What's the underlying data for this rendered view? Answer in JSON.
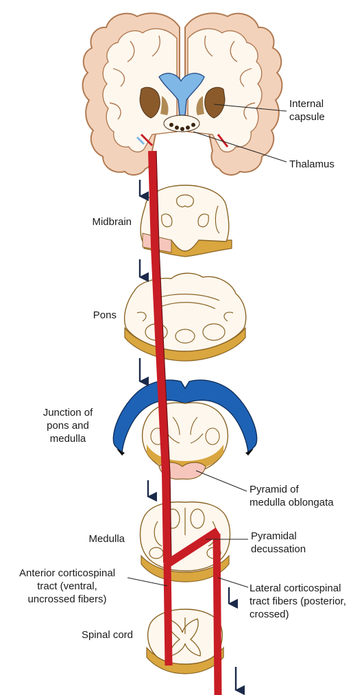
{
  "labels": {
    "internal_capsule": [
      "Internal",
      "capsule"
    ],
    "thalamus": "Thalamus",
    "midbrain": "Midbrain",
    "pons": "Pons",
    "junction": [
      "Junction of",
      "pons and",
      "medulla"
    ],
    "pyramid": [
      "Pyramid of",
      "medulla oblongata"
    ],
    "medulla": "Medulla",
    "decussation": [
      "Pyramidal",
      "decussation"
    ],
    "anterior_tract": [
      "Anterior corticospinal",
      "tract (ventral,",
      "uncrossed fibers)"
    ],
    "lateral_tract": [
      "Lateral corticospinal",
      "tract fibers (posterior,",
      "crossed)"
    ],
    "spinal_cord": "Spinal cord"
  },
  "colors": {
    "cortex_fill": "#f3d2bb",
    "cortex_stroke": "#b07a52",
    "white_matter": "#fdf7ee",
    "ventricle_blue": "#7fb7e6",
    "nuclei_brown": "#8a5a2b",
    "section_gold": "#d9a63f",
    "section_pink": "#f6c6bd",
    "fourth_ventricle_blue": "#1e62b5",
    "tract_red": "#c81d25",
    "arrow_navy": "#1b2a4a"
  }
}
